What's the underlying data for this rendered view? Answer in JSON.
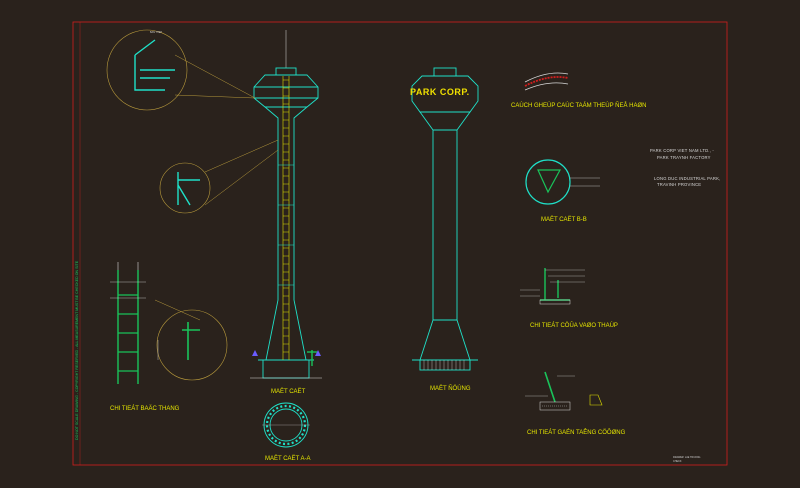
{
  "drawing": {
    "side_note": "DO NOT SCALE DRAWING - COPYRIGHT RESERVED - ALL MEASUREMENT MUST BE CHECKED ON SITE",
    "brand_text": "PARK CORP.",
    "owner_line1": "PARK CORP VIET NAM LTD., -",
    "owner_line2": "PARK TRAYNH FACTORY",
    "address_line1": "LONG DUC INDUSTRIAL PARK,",
    "address_line2": "TRAVINH PROVINCE",
    "titleblock_line1": "DRAWER: LAE TRUONG",
    "titleblock_line2": "CHECK:",
    "views": {
      "section_main": "MAËT CAËT",
      "elevation": "MAËT ÑÖÙNG",
      "section_aa": "MAËT CAËT A-A",
      "section_bb": "MAËT CAËT B-B",
      "ladder_detail": "CHI TIEÁT BAÄC THANG",
      "plate_joint": "CAÙCH GHEÙP CAÙC TAÁM THEÙP ÑEÅ HAØN",
      "door_detail": "CHI TIEÁT CÖÛA VAØO THAÙP",
      "anchor_detail": "CHI TIEÁT GAÉN TAÊNG CÖÔØNG"
    }
  },
  "colors": {
    "background": "#2a221c",
    "frame": "#d21e1e",
    "structure": "#1fe0c8",
    "ladder": "#e0e000",
    "steel": "#19c35a",
    "leader": "#b89a3c",
    "dims": "#d8d8d8"
  }
}
